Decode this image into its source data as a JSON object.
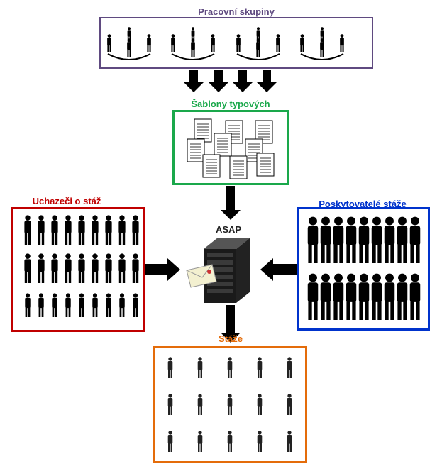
{
  "colors": {
    "work_groups": "#5f4a80",
    "templates": "#1aa84b",
    "applicants": "#c00000",
    "providers": "#0033cc",
    "internships": "#e46c0a"
  },
  "work_groups": {
    "label": "Pracovní skupiny"
  },
  "templates": {
    "label": "Šablony typových"
  },
  "hub": {
    "label": "ASAP"
  },
  "applicants": {
    "label": "Uchazeči o stáž"
  },
  "providers": {
    "label": "Poskytovatelé stáže"
  },
  "internships": {
    "label": "Stáže"
  }
}
